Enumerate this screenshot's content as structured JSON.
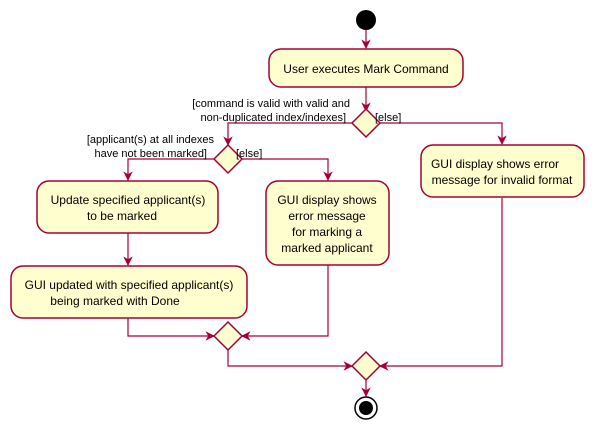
{
  "activities": {
    "mark_command": [
      "User executes Mark Command"
    ],
    "update_applicant": [
      "Update specified applicant(s)",
      "to be marked"
    ],
    "gui_marked_done": [
      "GUI updated with specified applicant(s)",
      "being marked with Done"
    ],
    "error_already_marked": [
      "GUI display shows",
      "error message",
      "for marking a",
      "marked applicant"
    ],
    "error_invalid_format": [
      "GUI display shows error",
      "message for invalid format"
    ]
  },
  "guards": {
    "valid_command": [
      "[command is valid with valid and",
      "non-duplicated index/indexes]"
    ],
    "else_command": "[else]",
    "not_marked": [
      "[applicant(s) at all indexes",
      "have not been marked]"
    ],
    "else_marked": "[else]"
  },
  "colors": {
    "activity_fill": "#FEFECE",
    "border": "#A80036",
    "start_end": "#000000"
  }
}
